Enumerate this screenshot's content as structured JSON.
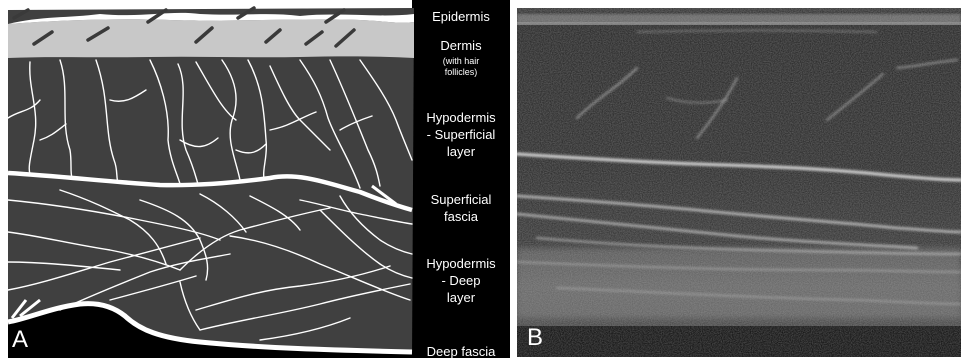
{
  "panel_a": {
    "letter": "A",
    "labels": {
      "epidermis": "Epidermis",
      "dermis": "Dermis",
      "dermis_note_1": "(with hair",
      "dermis_note_2": "follicles)",
      "hypodermis_superficial_1": "Hypodermis",
      "hypodermis_superficial_2": "- Superficial",
      "hypodermis_superficial_3": "layer",
      "superficial_fascia_1": "Superficial",
      "superficial_fascia_2": "fascia",
      "hypodermis_deep_1": "Hypodermis",
      "hypodermis_deep_2": "- Deep",
      "hypodermis_deep_3": "layer",
      "deep_fascia": "Deep fascia"
    },
    "colors": {
      "tissue": "#404040",
      "dermis": "#c8c8c8",
      "fibers": "#ffffff",
      "hair": "#3a3a3a",
      "label_column": "#000000"
    }
  },
  "panel_b": {
    "letter": "B",
    "image_kind": "ultrasound scan"
  }
}
